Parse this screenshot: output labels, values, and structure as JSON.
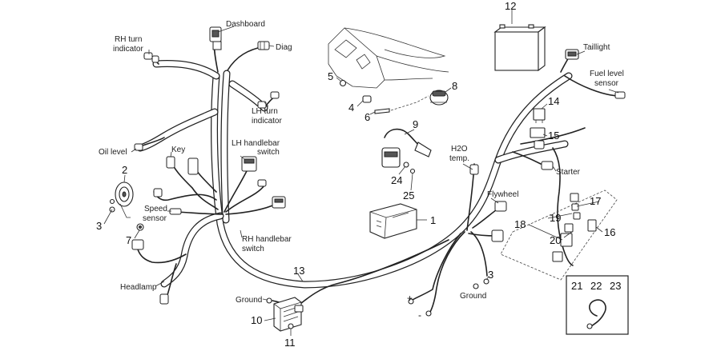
{
  "labels": {
    "dashboard": "Dashboard",
    "diag": "Diag",
    "rh_turn_1": "RH turn",
    "rh_turn_2": "indicator",
    "lh_turn_1": "LH turn",
    "lh_turn_2": "indicator",
    "oil_level": "Oil level",
    "key": "Key",
    "lh_switch_1": "LH handlebar",
    "lh_switch_2": "switch",
    "speed_1": "Speed",
    "speed_2": "sensor",
    "rh_switch_1": "RH handlebar",
    "rh_switch_2": "switch",
    "headlamp": "Headlamp",
    "ground_left": "Ground",
    "ground_right": "Ground",
    "plus": "+",
    "minus": "-",
    "h2o_1": "H2O",
    "h2o_2": "temp.",
    "flywheel": "Flywheel",
    "starter": "Starter",
    "taillight": "Taillight",
    "fuel_1": "Fuel level",
    "fuel_2": "sensor"
  },
  "part_numbers": {
    "n1": "1",
    "n2": "2",
    "n3a": "3",
    "n3b": "3",
    "n4": "4",
    "n5": "5",
    "n6": "6",
    "n7": "7",
    "n8": "8",
    "n9": "9",
    "n10": "10",
    "n11": "11",
    "n12": "12",
    "n13": "13",
    "n14": "14",
    "n15": "15",
    "n16": "16",
    "n17": "17",
    "n18": "18",
    "n19": "19",
    "n20": "20",
    "n24": "24",
    "n25": "25"
  },
  "inset_box": {
    "n21": "21",
    "n22": "22",
    "n23": "23"
  },
  "icons": [
    "horn-icon",
    "battery-icon",
    "ecu-box-icon",
    "coil-icon",
    "relay-icon",
    "regulator-icon",
    "clip-icon"
  ]
}
